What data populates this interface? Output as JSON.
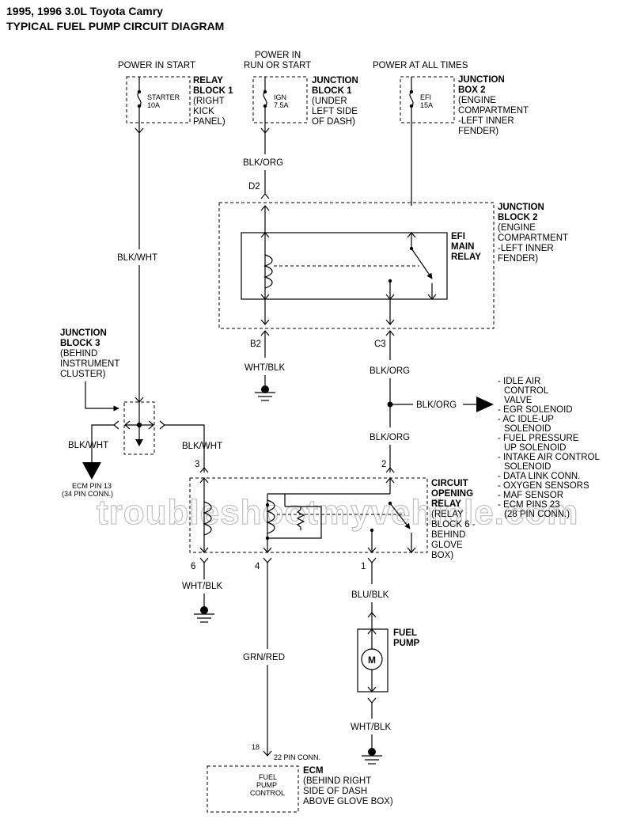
{
  "header": {
    "line1": "1995, 1996 3.0L Toyota Camry",
    "line2": "TYPICAL FUEL PUMP CIRCUIT DIAGRAM"
  },
  "watermark": "troubleshootmyvehicle.com",
  "fuse_starter": {
    "power": "POWER IN START",
    "fuse_name": "STARTER",
    "fuse_rating": "10A",
    "block_name": [
      "RELAY",
      "BLOCK 1"
    ],
    "block_location": [
      "(RIGHT",
      "KICK",
      "PANEL)"
    ]
  },
  "fuse_ign": {
    "power": [
      "POWER IN",
      "RUN OR START"
    ],
    "fuse_name": "IGN",
    "fuse_rating": "7.5A",
    "block_name": [
      "JUNCTION",
      "BLOCK 1"
    ],
    "block_location": [
      "(UNDER",
      "LEFT SIDE",
      "OF DASH)"
    ]
  },
  "fuse_efi": {
    "power": "POWER AT ALL TIMES",
    "fuse_name": "EFI",
    "fuse_rating": "15A",
    "block_name": [
      "JUNCTION",
      "BOX 2"
    ],
    "block_location": [
      "(ENGINE",
      "COMPARTMENT",
      "-LEFT INNER",
      "FENDER)"
    ]
  },
  "junction_block_2": {
    "name": "JUNCTION",
    "lines": [
      "BLOCK 2"
    ],
    "location": [
      "(ENGINE",
      "COMPARTMENT",
      "-LEFT INNER",
      "FENDER)"
    ]
  },
  "efi_main_relay": {
    "label": [
      "EFI",
      "MAIN",
      "RELAY"
    ]
  },
  "junction_block_3": {
    "name": [
      "JUNCTION",
      "BLOCK 3"
    ],
    "location": [
      "(BEHIND",
      "INSTRUMENT",
      "CLUSTER)"
    ]
  },
  "circuit_opening_relay": {
    "name": [
      "CIRCUIT",
      "OPENING",
      "RELAY"
    ],
    "location": [
      "(RELAY",
      "BLOCK 6 -",
      "BEHIND",
      "GLOVE",
      "BOX)"
    ]
  },
  "fuel_pump": {
    "label": [
      "FUEL",
      "PUMP"
    ],
    "motor_symbol": "M"
  },
  "ecm": {
    "name": "ECM",
    "location": [
      "(BEHIND RIGHT",
      "SIDE OF DASH",
      "ABOVE GLOVE BOX)"
    ],
    "internal": [
      "FUEL",
      "PUMP",
      "CONTROL"
    ],
    "pin": "18",
    "conn": "22 PIN CONN."
  },
  "ecm_pin13": [
    "ECM PIN 13",
    "(34 PIN CONN.)"
  ],
  "wires": {
    "blk_org": "BLK/ORG",
    "blk_wht": "BLK/WHT",
    "wht_blk": "WHT/BLK",
    "blu_blk": "BLU/BLK",
    "grn_red": "GRN/RED"
  },
  "pins": {
    "d2": "D2",
    "b2": "B2",
    "c3": "C3",
    "r3": "3",
    "r2": "2",
    "r6": "6",
    "r4": "4",
    "r1": "1"
  },
  "blk_org_loads": [
    "- IDLE AIR",
    "  CONTROL",
    "  VALVE",
    "- EGR SOLENOID",
    "- AC IDLE-UP",
    "  SOLENOID",
    "- FUEL PRESSURE",
    "  UP SOLENOID",
    "- INTAKE AIR CONTROL",
    "  SOLENOID",
    "- DATA LINK CONN.",
    "- OXYGEN SENSORS",
    "- MAF SENSOR",
    "- ECM PINS 23",
    "  (28 PIN CONN.)"
  ]
}
